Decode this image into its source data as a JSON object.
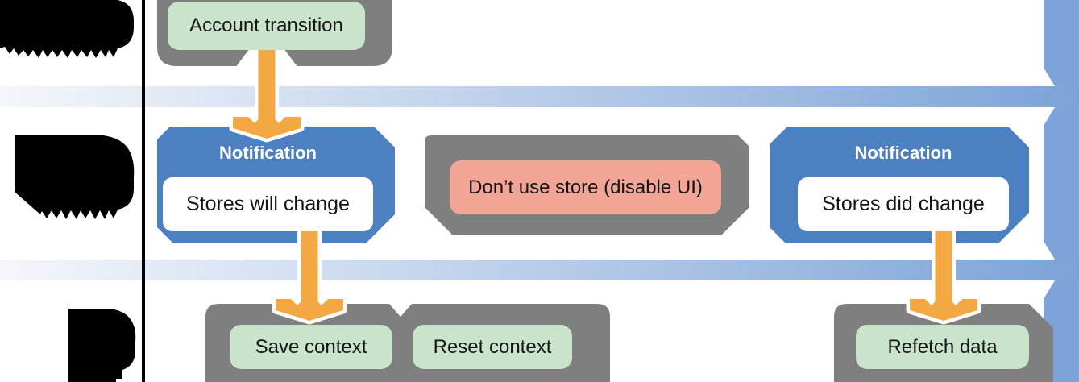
{
  "diagram": {
    "nodes": {
      "account_transition": {
        "label": "Account transition"
      },
      "notification_will": {
        "title": "Notification",
        "body": "Stores will change"
      },
      "dont_use_store": {
        "label": "Don’t use store (disable UI)"
      },
      "notification_did": {
        "title": "Notification",
        "body": "Stores did change"
      },
      "save_context": {
        "label": "Save context"
      },
      "reset_context": {
        "label": "Reset context"
      },
      "refetch_data": {
        "label": "Refetch data"
      }
    },
    "colors": {
      "node_green": "#C9E4CA",
      "node_blue": "#4C80C1",
      "node_pink": "#F2A597",
      "container_gray": "#7F7F7F",
      "arrow_orange": "#F4A843",
      "band_gradient_start": "#F4F7FB",
      "band_gradient_end": "#7CA3D7",
      "loopback_bar": "#7CA4D8",
      "lane_divider": "#000000"
    }
  }
}
